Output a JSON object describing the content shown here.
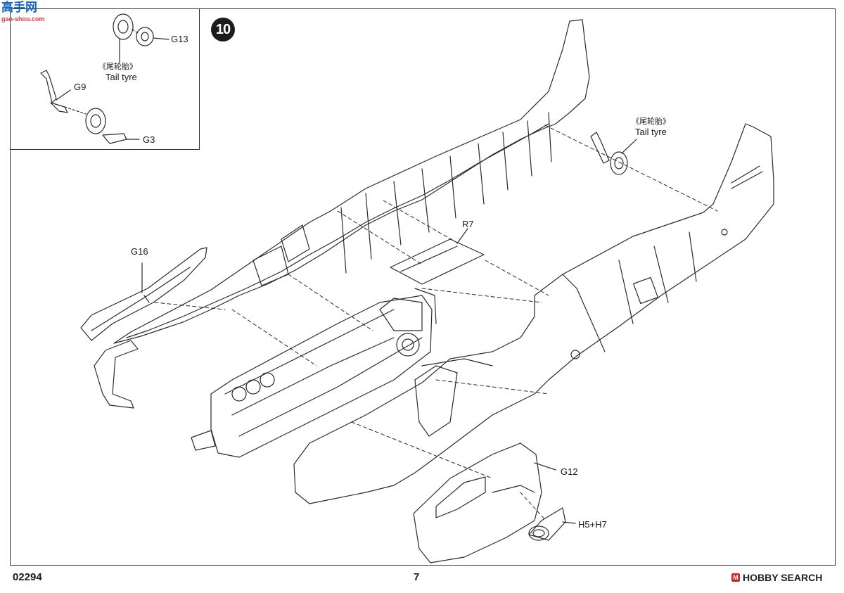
{
  "watermark": {
    "logo": "高手网",
    "url": "gao-shou.com"
  },
  "step_number": "10",
  "inset": {
    "label_g13": "G13",
    "tail_tyre_cn": "《尾轮胎》",
    "tail_tyre_en": "Tail tyre",
    "label_g9": "G9",
    "label_g3": "G3"
  },
  "main": {
    "tail_tyre_cn": "《尾轮胎》",
    "tail_tyre_en": "Tail tyre",
    "label_r7": "R7",
    "label_g16": "G16",
    "label_g12": "G12",
    "label_h5_h7": "H5+H7"
  },
  "footer": {
    "kit_code": "02294",
    "page_number": "7",
    "brand": "HOBBY SEARCH"
  },
  "colors": {
    "line": "#2a2a2a",
    "watermark_blue": "#1565c0",
    "watermark_red": "#e53935",
    "brand_red": "#c62828"
  }
}
